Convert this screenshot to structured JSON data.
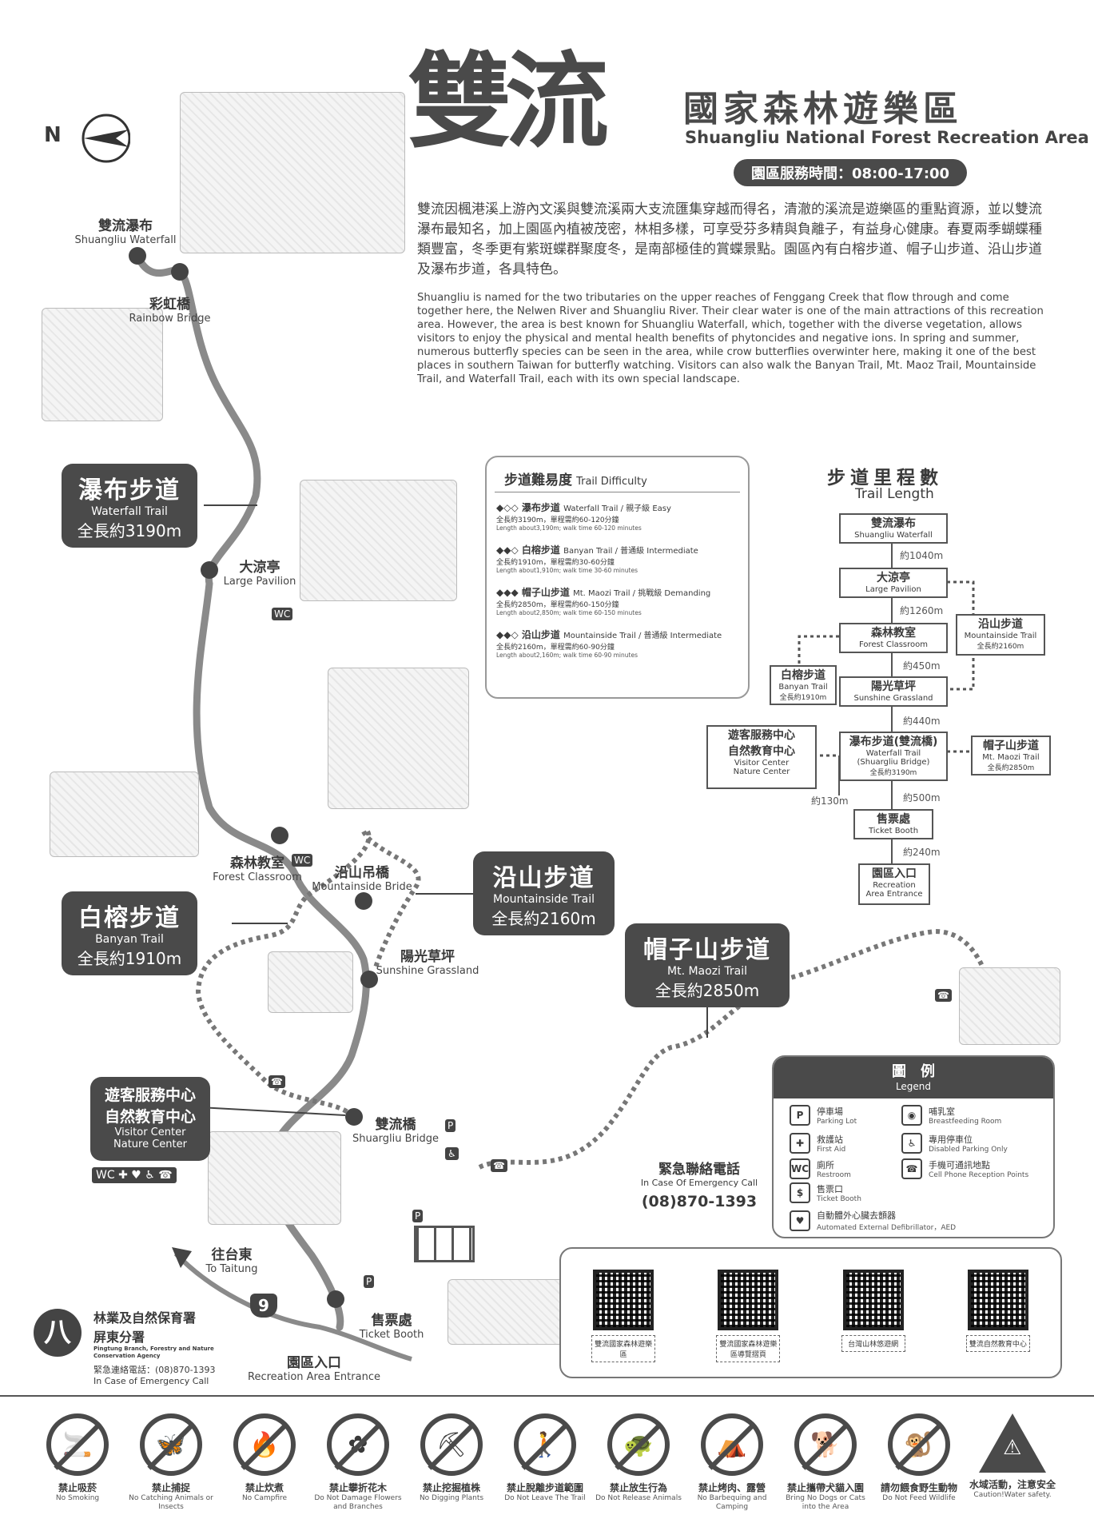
{
  "header": {
    "title_big": "雙流",
    "title_zh": "國家森林遊樂區",
    "title_en": "Shuangliu National Forest Recreation Area",
    "hours": "園區服務時間：08:00-17:00"
  },
  "north": "N",
  "intro": {
    "zh": "雙流因楓港溪上游內文溪與雙流溪兩大支流匯集穿越而得名，清澈的溪流是遊樂區的重點資源，並以雙流瀑布最知名，加上園區內植被茂密，林相多樣，可享受芬多精與負離子，有益身心健康。春夏兩季蝴蝶種類豐富，冬季更有紫斑蝶群聚度冬，是南部極佳的賞蝶景點。園區內有白榕步道、帽子山步道、沿山步道及瀑布步道，各具特色。",
    "en": "Shuangliu is named for the two tributaries on the upper reaches of Fenggang Creek that flow through and come together here, the Nelwen River and Shuangliu River. Their clear water is one of the main attractions of this recreation area. However, the area is best known for Shuangliu Waterfall, which, together with the diverse vegetation, allows visitors to enjoy the physical and mental health benefits of phytoncides and negative ions. In spring and summer, numerous butterfly species can be seen in the area, while crow butterflies overwinter here, making it one of the best places in southern Taiwan for butterfly watching. Visitors can also walk the Banyan Trail, Mt. Maoz Trail, Mountainside Trail, and Waterfall Trail, each with its own special landscape."
  },
  "map": {
    "places": {
      "waterfall": {
        "zh": "雙流瀑布",
        "en": "Shuangliu Waterfall"
      },
      "rainbow": {
        "zh": "彩虹橋",
        "en": "Rainbow Bridge"
      },
      "pavilion": {
        "zh": "大涼亭",
        "en": "Large Pavilion"
      },
      "classroom": {
        "zh": "森林教室",
        "en": "Forest Classroom"
      },
      "mbridge": {
        "zh": "沿山吊橋",
        "en": "Mountainside Bride"
      },
      "grassland": {
        "zh": "陽光草坪",
        "en": "Sunshine Grassland"
      },
      "sbridge": {
        "zh": "雙流橋",
        "en": "Shuargliu Bridge"
      },
      "taitung": {
        "zh": "往台東",
        "en": "To Taitung"
      },
      "ticket": {
        "zh": "售票處",
        "en": "Ticket Booth"
      },
      "entrance": {
        "zh": "園區入口",
        "en": "Recreation Area Entrance"
      },
      "route": "9"
    },
    "trails": {
      "waterfall": {
        "zh": "瀑布步道",
        "en": "Waterfall Trail",
        "len": "全長約3190m"
      },
      "banyan": {
        "zh": "白榕步道",
        "en": "Banyan Trail",
        "len": "全長約1910m"
      },
      "mountainside": {
        "zh": "沿山步道",
        "en": "Mountainside Trail",
        "len": "全長約2160m"
      },
      "maozi": {
        "zh": "帽子山步道",
        "en": "Mt. Maozi Trail",
        "len": "全長約2850m"
      }
    },
    "visitor": {
      "zh1": "遊客服務中心",
      "zh2": "自然教育中心",
      "en1": "Visitor Center",
      "en2": "Nature Center"
    }
  },
  "difficulty": {
    "title_zh": "步道難易度",
    "title_en": "Trail Difficulty",
    "items": [
      {
        "marks": "◆◇◇",
        "name": "瀑布步道",
        "tag": "Waterfall Trail / 親子級 Easy",
        "l1": "全長約3190m，單程需約60-120分鐘",
        "l2": "Length about3,190m; walk time 60-120 minutes"
      },
      {
        "marks": "◆◆◇",
        "name": "白榕步道",
        "tag": "Banyan Trail / 普通級 Intermediate",
        "l1": "全長約1910m，單程需約30-60分鐘",
        "l2": "Length about1,910m; walk time 30-60 minutes"
      },
      {
        "marks": "◆◆◆",
        "name": "帽子山步道",
        "tag": "Mt. Maozi Trail / 挑戰級 Demanding",
        "l1": "全長約2850m，單程需約60-150分鐘",
        "l2": "Length about2,850m; walk time 60-150 minutes"
      },
      {
        "marks": "◆◆◇",
        "name": "沿山步道",
        "tag": "Mountainside Trail / 普通級 Intermediate",
        "l1": "全長約2160m，單程需約60-90分鐘",
        "l2": "Length about2,160m; walk time 60-90 minutes"
      }
    ]
  },
  "trail_length": {
    "title_zh": "步道里程數",
    "title_en": "Trail Length",
    "nodes": {
      "waterfall": {
        "zh": "雙流瀑布",
        "en": "Shuangliu Waterfall"
      },
      "pavilion": {
        "zh": "大涼亭",
        "en": "Large Pavilion"
      },
      "classroom": {
        "zh": "森林教室",
        "en": "Forest Classroom"
      },
      "mountainside": {
        "zh": "沿山步道",
        "en": "Mountainside Trail",
        "ln": "全長約2160m"
      },
      "banyan": {
        "zh": "白榕步道",
        "en": "Banyan Trail",
        "ln": "全長約1910m"
      },
      "grassland": {
        "zh": "陽光草坪",
        "en": "Sunshine Grassland"
      },
      "visitor": {
        "zh1": "遊客服務中心",
        "zh2": "自然教育中心",
        "en1": "Visitor Center",
        "en2": "Nature Center"
      },
      "bridge": {
        "zh": "瀑布步道(雙流橋)",
        "en1": "Waterfall Trail",
        "en2": "(Shuargliu Bridge)",
        "ln": "全長約3190m"
      },
      "maozi": {
        "zh": "帽子山步道",
        "en": "Mt. Maozi Trail",
        "ln": "全長約2850m"
      },
      "ticket": {
        "zh": "售票處",
        "en": "Ticket Booth"
      },
      "entrance": {
        "zh": "園區入口",
        "en1": "Recreation",
        "en2": "Area Entrance"
      }
    },
    "distances": {
      "d1": "約1040m",
      "d2": "約1260m",
      "d3": "約450m",
      "d4": "約440m",
      "d5": "約500m",
      "d6": "約130m",
      "d7": "約240m"
    }
  },
  "legend": {
    "title_zh": "圖　例",
    "title_en": "Legend",
    "items": [
      {
        "icon": "P",
        "zh": "停車場",
        "en": "Parking Lot"
      },
      {
        "icon": "✚",
        "zh": "救護站",
        "en": "First Aid"
      },
      {
        "icon": "WC",
        "zh": "廁所",
        "en": "Restroom"
      },
      {
        "icon": "$",
        "zh": "售票口",
        "en": "Ticket Booth"
      },
      {
        "icon": "♥",
        "zh": "自動體外心臟去顫器",
        "en": "Automated External Defibrillator，AED"
      },
      {
        "icon": "◉",
        "zh": "哺乳室",
        "en": "Breastfeeding Room"
      },
      {
        "icon": "♿",
        "zh": "專用停車位",
        "en": "Disabled Parking Only"
      },
      {
        "icon": "☎",
        "zh": "手機可通訊地點",
        "en": "Cell Phone Reception Points"
      }
    ]
  },
  "emergency": {
    "zh": "緊急聯絡電話",
    "en": "In Case Of Emergency Call",
    "phone": "(08)870-1393"
  },
  "qr": [
    {
      "label": "雙流國家森林遊樂區"
    },
    {
      "label": "雙流國家森林遊樂區導覽摺頁"
    },
    {
      "label": "台灣山林悠遊網"
    },
    {
      "label": "雙流自然教育中心"
    }
  ],
  "agency": {
    "zh1": "林業及自然保育署",
    "zh2": "屏東分署",
    "en": "Pingtung Branch, Forestry and Nature Conservation Agency",
    "tel_zh": "緊急連絡電話：(08)870-1393",
    "tel_en": "In Case of Emergency Call"
  },
  "prohibitions": [
    {
      "icon": "🚬",
      "zh": "禁止吸菸",
      "en": "No Smoking"
    },
    {
      "icon": "🦋",
      "zh": "禁止捕捉",
      "en": "No Catching Animals or Insects"
    },
    {
      "icon": "🔥",
      "zh": "禁止炊煮",
      "en": "No Campfire"
    },
    {
      "icon": "✿",
      "zh": "禁止攀折花木",
      "en": "Do Not Damage Flowers and Branches"
    },
    {
      "icon": "⛏",
      "zh": "禁止挖掘植株",
      "en": "No Digging Plants"
    },
    {
      "icon": "🚶",
      "zh": "禁止脫離步道範圍",
      "en": "Do Not Leave The Trail"
    },
    {
      "icon": "🐢",
      "zh": "禁止放生行為",
      "en": "Do Not Release Animals"
    },
    {
      "icon": "⛺",
      "zh": "禁止烤肉、露營",
      "en": "No Barbequing and Camping"
    },
    {
      "icon": "🐕",
      "zh": "禁止攜帶犬貓入園",
      "en": "Bring No Dogs or Cats into the Area"
    },
    {
      "icon": "🐒",
      "zh": "請勿餵食野生動物",
      "en": "Do Not Feed Wildlife"
    },
    {
      "icon": "⚠",
      "zh": "水域活動，注意安全",
      "en": "Caution!Water safety."
    }
  ]
}
